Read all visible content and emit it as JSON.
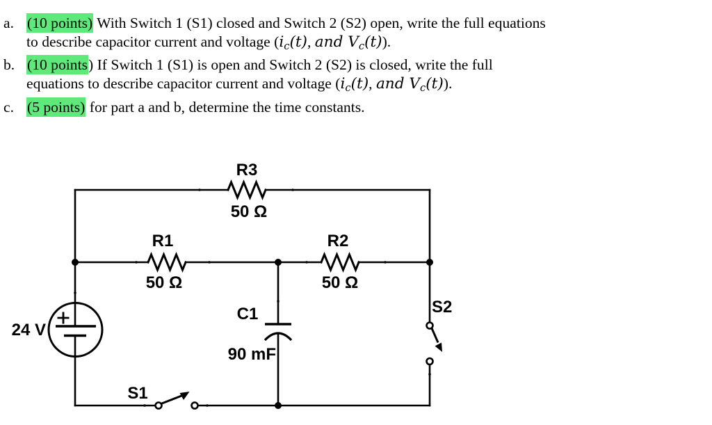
{
  "page": {
    "background": "#ffffff",
    "highlight_color": "#5fe97a",
    "ink_color": "#000000"
  },
  "problem": {
    "items": [
      {
        "letter": "a.",
        "lines": [
          [
            {
              "t": "(10 points)",
              "hl": true
            },
            {
              "t": " With Switch 1 (S1) closed and Switch 2 (S2) open, write the full equations"
            }
          ],
          [
            {
              "t": "to describe capacitor current and voltage ("
            },
            {
              "t": "i",
              "it": true
            },
            {
              "t": "c",
              "sub": true
            },
            {
              "t": "(t)",
              "it": true
            },
            {
              "t": ", "
            },
            {
              "t": "and ",
              "it": true
            },
            {
              "t": "V",
              "it": true
            },
            {
              "t": "c",
              "sub": true
            },
            {
              "t": "(t)",
              "it": true
            },
            {
              "t": ")."
            }
          ]
        ]
      },
      {
        "letter": "b.",
        "lines": [
          [
            {
              "t": "(10 points",
              "hl": true
            },
            {
              "t": ") If Switch 1 (S1) is open and Switch 2 (S2) is closed, write the full"
            }
          ],
          [
            {
              "t": "equations to describe capacitor current and voltage ("
            },
            {
              "t": "i",
              "it": true
            },
            {
              "t": "c",
              "sub": true
            },
            {
              "t": "(t)",
              "it": true
            },
            {
              "t": ", "
            },
            {
              "t": "and ",
              "it": true
            },
            {
              "t": "V",
              "it": true
            },
            {
              "t": "c",
              "sub": true
            },
            {
              "t": "(t)",
              "it": true
            },
            {
              "t": ")."
            }
          ]
        ]
      },
      {
        "letter": "c.",
        "lines": [
          [
            {
              "t": "(5 points)",
              "hl": true
            },
            {
              "t": " for part a and b, determine the time constants."
            }
          ]
        ]
      }
    ]
  },
  "circuit": {
    "source": {
      "label": "24 V"
    },
    "resistors": [
      {
        "name": "R3",
        "value": "50 Ω"
      },
      {
        "name": "R1",
        "value": "50 Ω"
      },
      {
        "name": "R2",
        "value": "50 Ω"
      }
    ],
    "capacitor": {
      "name": "C1",
      "value": "90 mF"
    },
    "switches": [
      {
        "name": "S1"
      },
      {
        "name": "S2"
      }
    ]
  }
}
